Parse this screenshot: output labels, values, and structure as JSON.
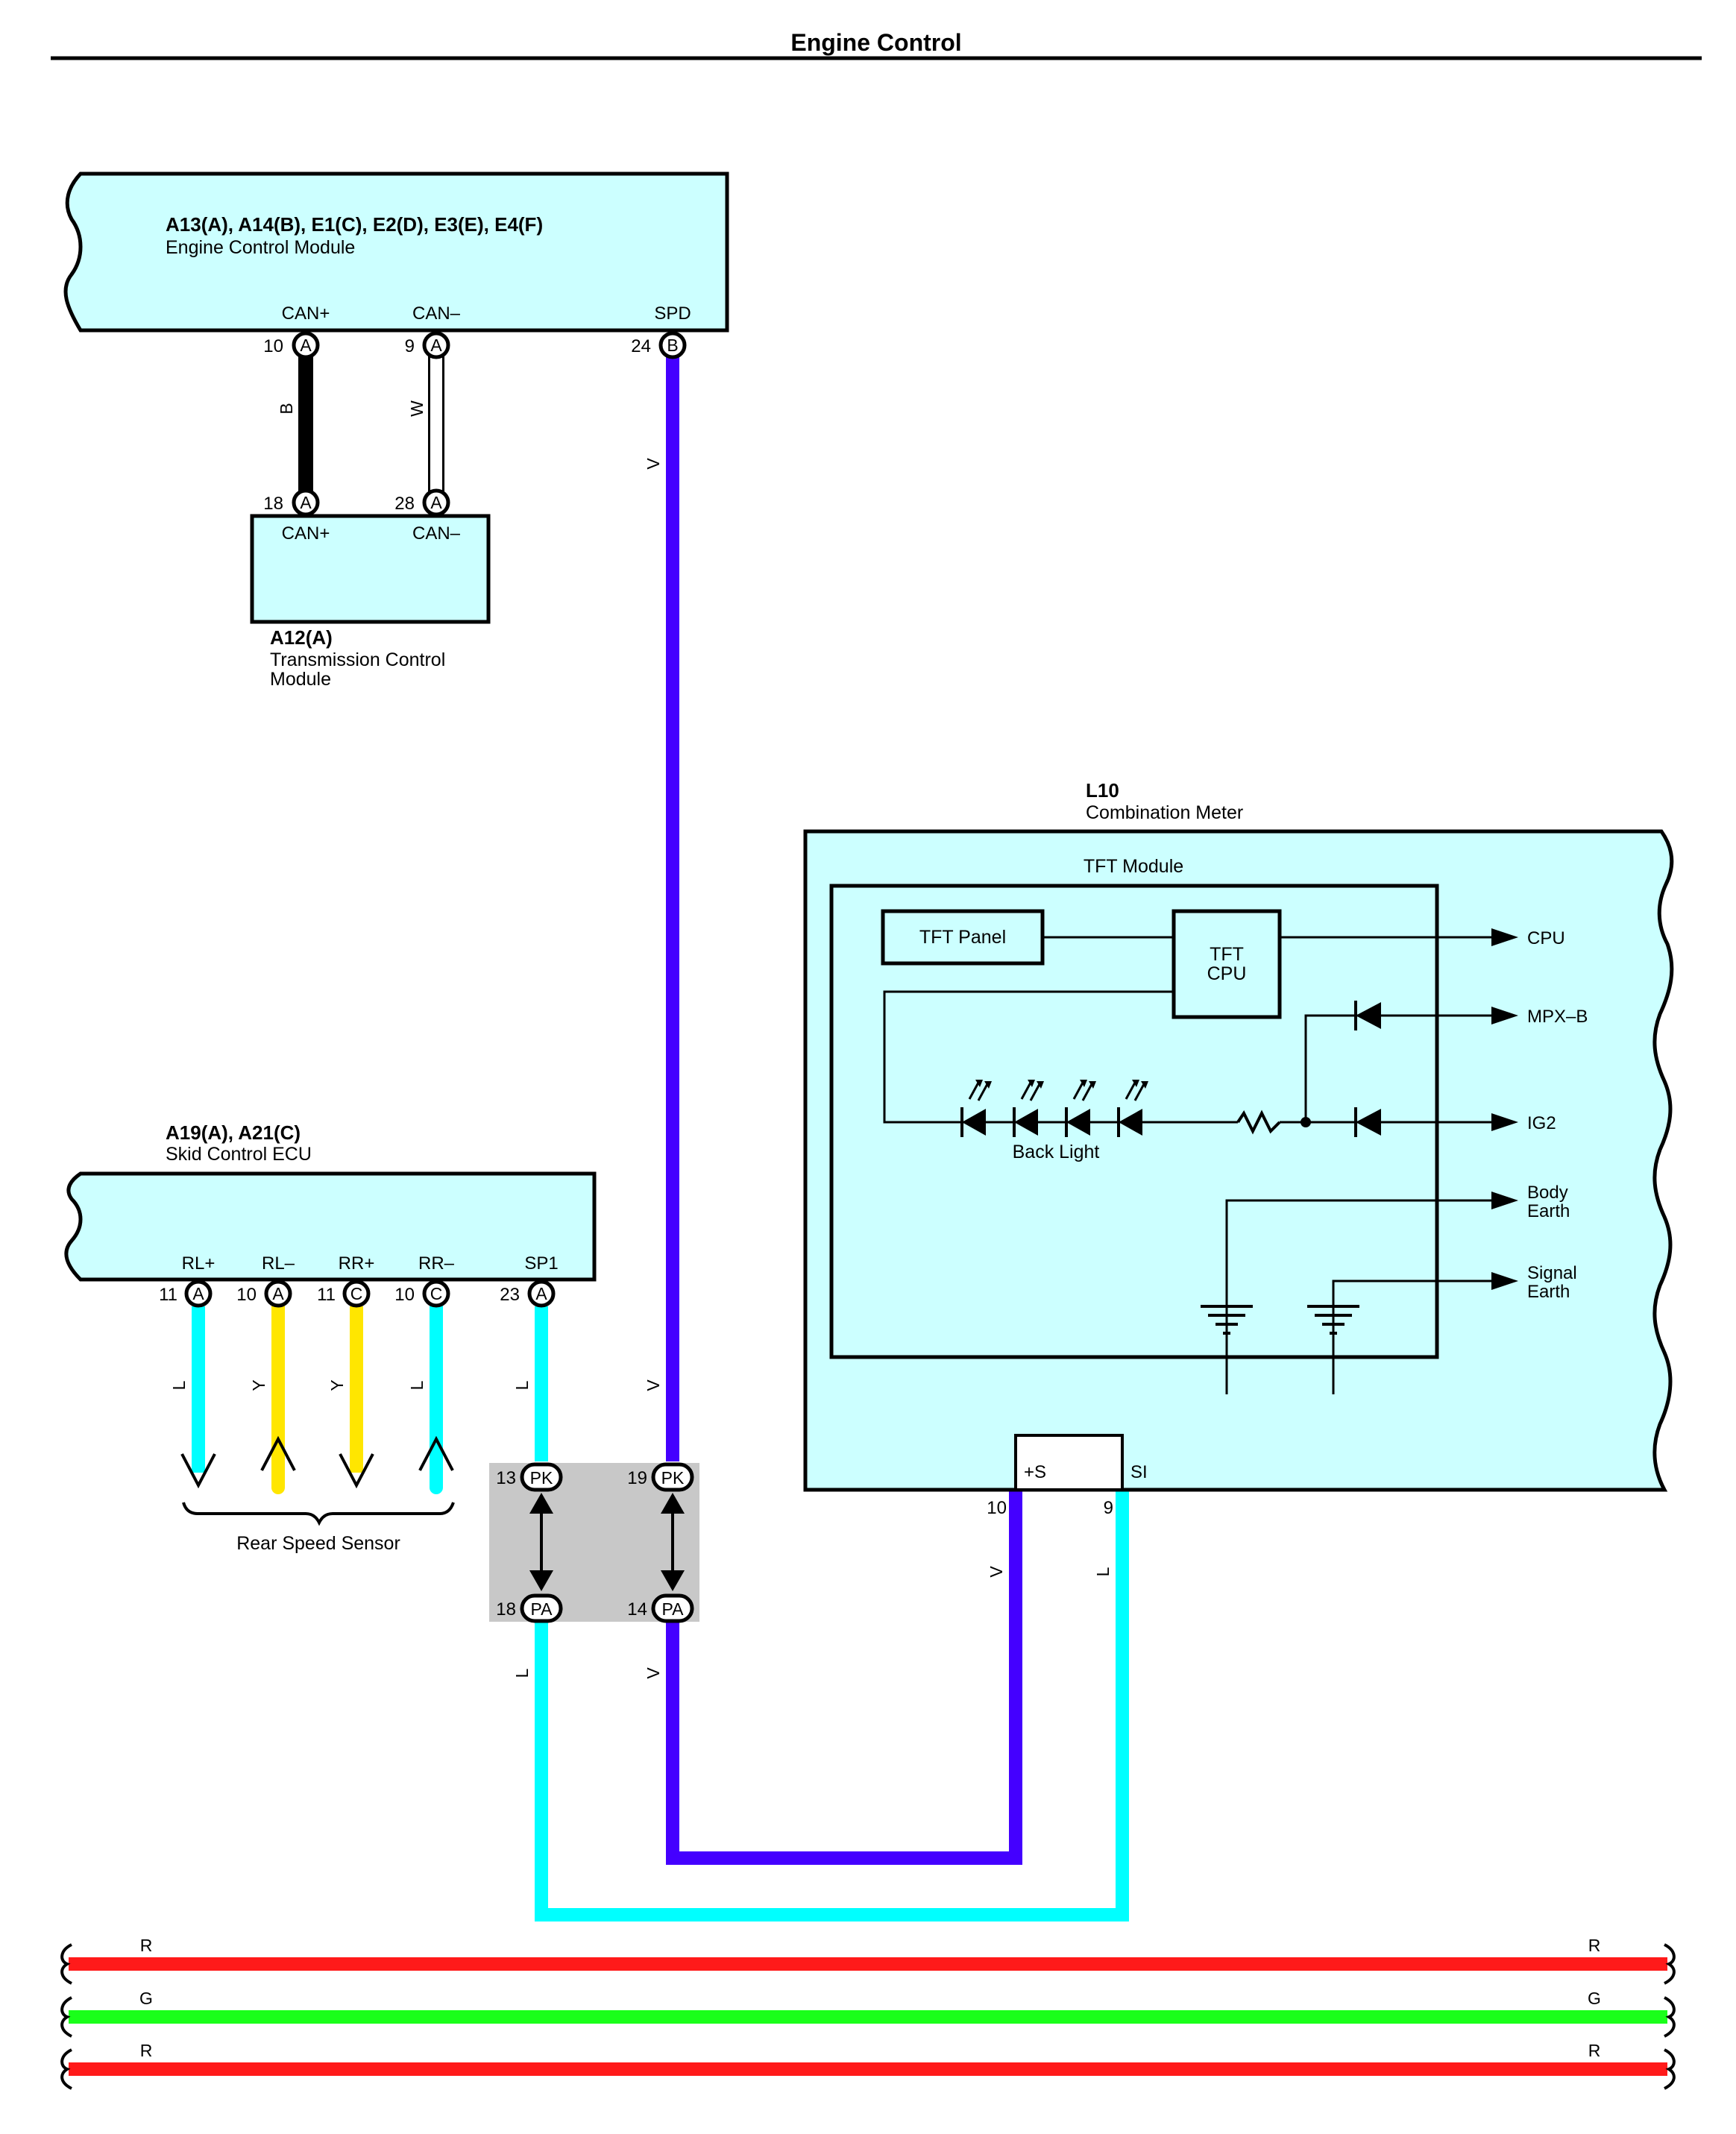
{
  "page": {
    "title": "Engine Control"
  },
  "components": {
    "ecm": {
      "code": "A13(A), A14(B), E1(C), E2(D), E3(E), E4(F)",
      "name": "Engine Control Module"
    },
    "tcm": {
      "code": "A12(A)",
      "name_line1": "Transmission Control",
      "name_line2": "Module"
    },
    "skid": {
      "code": "A19(A), A21(C)",
      "name": "Skid Control ECU"
    },
    "meter": {
      "code": "L10",
      "name": "Combination Meter",
      "tft_module": "TFT Module",
      "tft_panel": "TFT Panel",
      "tft_cpu_line1": "TFT",
      "tft_cpu_line2": "CPU",
      "back_light": "Back Light"
    },
    "rear_speed_sensor": "Rear Speed Sensor"
  },
  "ecm_pins": [
    {
      "name": "CAN+",
      "num": "10",
      "conn": "A"
    },
    {
      "name": "CAN–",
      "num": "9",
      "conn": "A"
    },
    {
      "name": "SPD",
      "num": "24",
      "conn": "B"
    }
  ],
  "tcm_pins": [
    {
      "name": "CAN+",
      "num": "18",
      "conn": "A"
    },
    {
      "name": "CAN–",
      "num": "28",
      "conn": "A"
    }
  ],
  "skid_pins": [
    {
      "name": "RL+",
      "num": "11",
      "conn": "A"
    },
    {
      "name": "RL–",
      "num": "10",
      "conn": "A"
    },
    {
      "name": "RR+",
      "num": "11",
      "conn": "C"
    },
    {
      "name": "RR–",
      "num": "10",
      "conn": "C"
    },
    {
      "name": "SP1",
      "num": "23",
      "conn": "A"
    }
  ],
  "junctions": [
    {
      "top_num": "13",
      "top_conn": "PK",
      "bottom_num": "18",
      "bottom_conn": "PA"
    },
    {
      "top_num": "19",
      "top_conn": "PK",
      "bottom_num": "14",
      "bottom_conn": "PA"
    }
  ],
  "meter_pins": [
    {
      "name": "+S",
      "num": "10"
    },
    {
      "name": "SI",
      "num": "9"
    }
  ],
  "meter_outputs": {
    "cpu": "CPU",
    "mpx_b": "MPX–B",
    "ig2": "IG2",
    "body_earth_1": "Body",
    "body_earth_2": "Earth",
    "signal_earth_1": "Signal",
    "signal_earth_2": "Earth"
  },
  "wire_colors": {
    "can_plus": "B",
    "can_minus": "W",
    "spd": "V",
    "rl_plus": "L",
    "rl_minus": "Y",
    "rr_plus": "Y",
    "rr_minus": "L",
    "sp1": "L",
    "junction_v": "V",
    "junction_l_out": "L",
    "junction_v_out": "V",
    "meter_plus_s": "V",
    "meter_si": "L"
  },
  "bus_lines": [
    {
      "left": "R",
      "right": "R",
      "color": "#ff1a1a"
    },
    {
      "left": "G",
      "right": "G",
      "color": "#1aff1a"
    },
    {
      "left": "R",
      "right": "R",
      "color": "#ff1a1a"
    }
  ],
  "colors": {
    "box_fill": "#ccffff",
    "violet": "#4400ff",
    "light_blue": "#00ffff",
    "yellow": "#ffe600",
    "junction_gray": "#c8c8c8"
  }
}
